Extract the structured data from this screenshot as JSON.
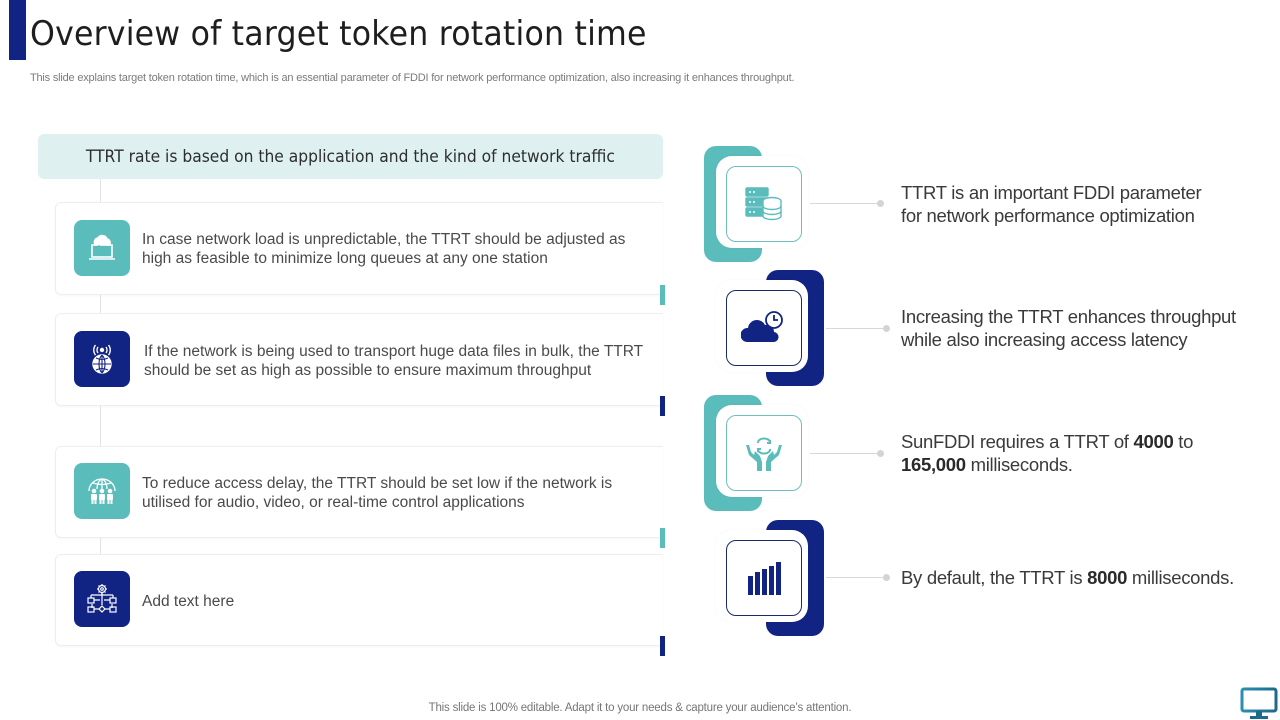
{
  "slide": {
    "title": "Overview of target token rotation time",
    "subtitle": "This slide explains target token rotation time, which is an essential parameter of FDDI for network performance optimization, also increasing it enhances throughput.",
    "footer": "This slide is 100% editable. Adapt it to your needs & capture your audience’s attention."
  },
  "left_panel": {
    "header": "TTRT rate is based on the application and the kind of network traffic",
    "cards": [
      {
        "icon": "cloud-laptop-icon",
        "color": "#5bbcbc",
        "text": "In case network load is unpredictable, the TTRT should be adjusted as high as feasible to minimize long queues at any one station"
      },
      {
        "icon": "globe-antenna-icon",
        "color": "#122483",
        "text": "If the network is being used to transport huge data files in bulk, the TTRT should be set as high as possible to ensure maximum throughput"
      },
      {
        "icon": "globe-people-icon",
        "color": "#5bbcbc",
        "text": "To reduce access delay, the TTRT should be set low if the network is utilised for audio, video, or real-time control applications"
      },
      {
        "icon": "gear-flowchart-icon",
        "color": "#122483",
        "text": "Add text here"
      }
    ]
  },
  "right_panel": {
    "items": [
      {
        "icon": "server-database-icon",
        "color": "#5bbcbc",
        "line1": "TTRT is an important FDDI parameter",
        "line2": "for network performance optimization"
      },
      {
        "icon": "cloud-clock-icon",
        "color": "#122483",
        "line1": "Increasing the TTRT enhances throughput",
        "line2": "while also increasing access latency"
      },
      {
        "icon": "hands-exchange-icon",
        "color": "#5bbcbc",
        "pre": "SunFDDI requires a TTRT of ",
        "b1": "4000",
        "mid": " to",
        "b2": "165,000",
        "post": " milliseconds."
      },
      {
        "icon": "bar-chart-icon",
        "color": "#122483",
        "pre": "By default, the TTRT is ",
        "b1": "8000",
        "post": " milliseconds."
      }
    ]
  },
  "colors": {
    "teal": "#5bbcbc",
    "navy": "#122483",
    "header_bg": "#def0f0"
  }
}
